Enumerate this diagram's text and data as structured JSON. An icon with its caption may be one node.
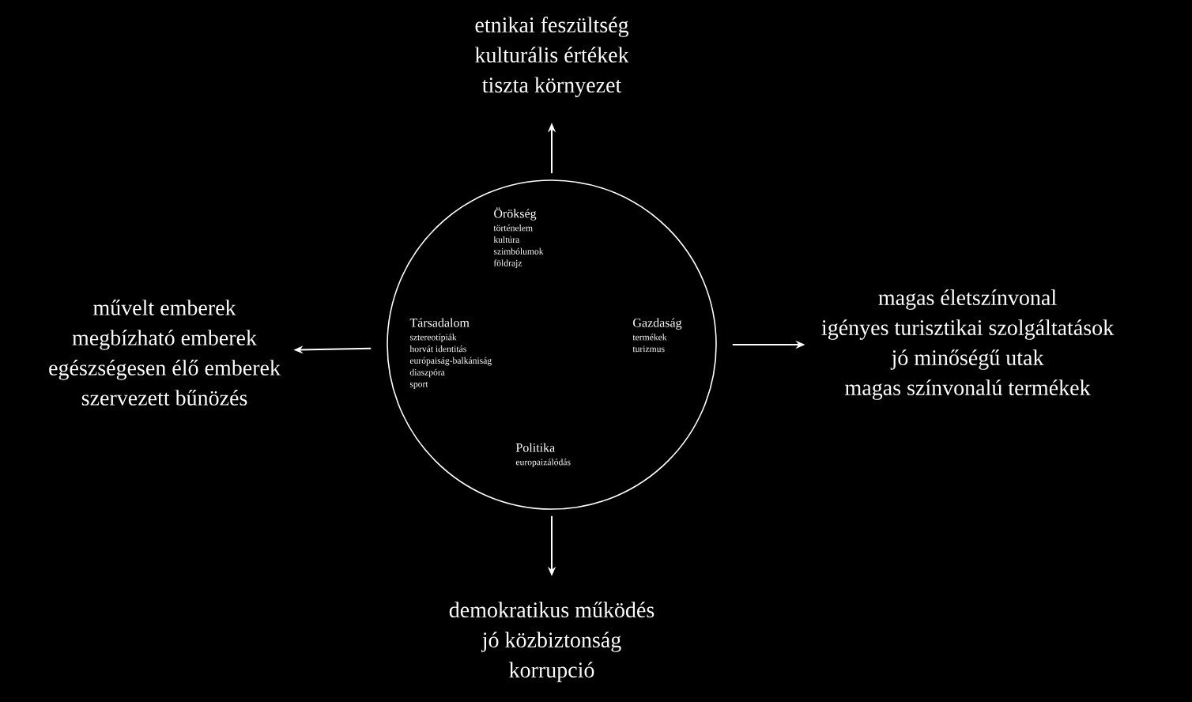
{
  "diagram": {
    "nodes": [
      {
        "text": [],
        "shape": "circle"
      },
      {
        "text": [
          "Örökség",
          "történelem",
          "kultúra",
          "szimbólumok",
          "földrajz"
        ],
        "in": 0
      },
      {
        "text": [
          "Társadalom",
          "sztereotípiák",
          "horvát identitás",
          "európaiság-balkániság",
          "diaszpóra",
          "sport"
        ],
        "in": 0
      },
      {
        "text": [
          "Gazdaság",
          "termékek",
          "turizmus"
        ],
        "in": 0
      },
      {
        "text": [
          "Politika",
          "europaizálódás"
        ],
        "in": 0
      },
      {
        "text": [
          "etnikai feszültség",
          "kulturális értékek",
          "tiszta környezet"
        ]
      },
      {
        "text": [
          "művelt emberek",
          "megbízható emberek",
          "egészségesen élő emberek",
          "szervezett bűnözés"
        ]
      },
      {
        "text": [
          "magas életszínvonal",
          "igényes turisztikai szolgáltatások",
          "jó minőségű utak",
          "magas színvonalú termékek"
        ]
      },
      {
        "text": [
          "demokratikus működés",
          "jó közbiztonság",
          "korrupció"
        ]
      }
    ],
    "edges": [
      {
        "from": 0,
        "to": 5,
        "arrow": "to"
      },
      {
        "from": 0,
        "to": 6,
        "arrow": "to"
      },
      {
        "from": 0,
        "to": 7,
        "arrow": "to"
      },
      {
        "from": 0,
        "to": 8,
        "arrow": "to"
      }
    ]
  }
}
